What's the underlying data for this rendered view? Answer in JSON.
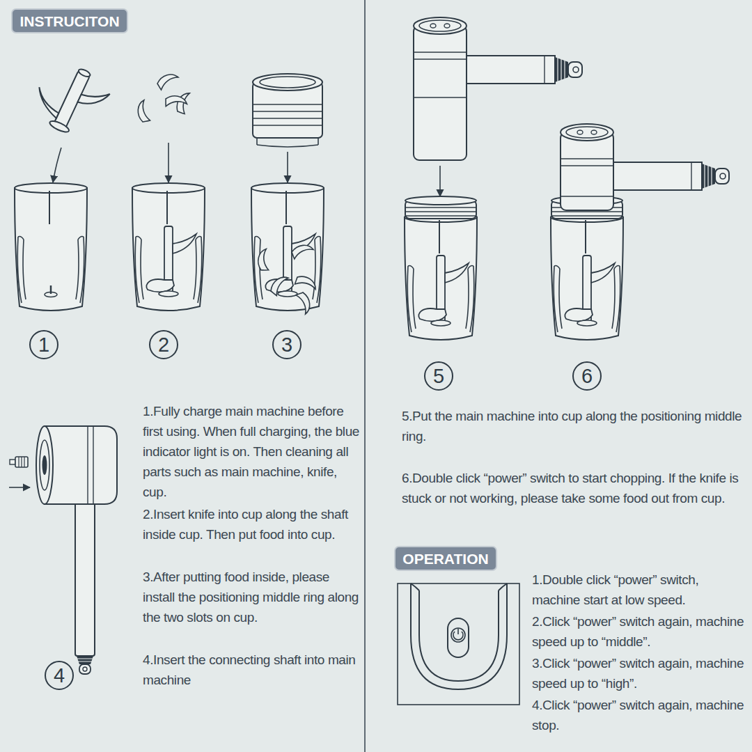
{
  "diagram": {
    "nodes": [
      {
        "text": [
          "INSTRUCITON"
        ]
      },
      {
        "text": [
          "1"
        ]
      },
      {
        "text": [
          "2"
        ]
      },
      {
        "text": [
          "3"
        ]
      },
      {
        "text": [
          "4"
        ]
      },
      {
        "text": [
          "5"
        ]
      },
      {
        "text": [
          "6"
        ]
      },
      {
        "text": [
          "OPERATION"
        ]
      }
    ],
    "labels": [
      "1.Fully charge main machine before first using. When full charging, the blue indicator light is on. Then cleaning all parts such as main machine, knife, cup.",
      "2.Insert knife into cup along the shaft inside cup. Then put food into cup.",
      "3.After putting food inside, please install the positioning middle ring along the two slots on cup.",
      "4.Insert the connecting shaft into main machine",
      "5.Put the main machine into cup along the positioning middle ring.",
      "6.Double click “power” switch to start chopping. If the knife is stuck or not working, please take some food out from cup.",
      "1.Double click “power” switch, machine start at low speed.",
      "2.Click “power” switch again, machine speed up to “middle”.",
      "3.Click “power” switch again, machine speed up to “high”.",
      "4.Click “power” switch again, machine stop."
    ]
  }
}
